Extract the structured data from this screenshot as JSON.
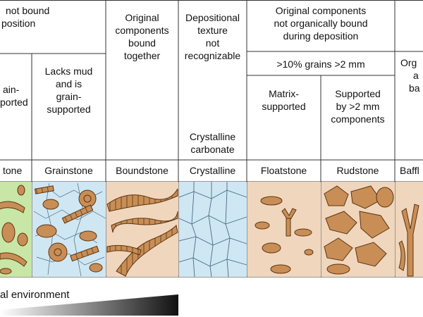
{
  "headers": {
    "not_bound_line1": "not bound",
    "not_bound_line2": "position",
    "original_bound": [
      "Original",
      "components",
      "bound",
      "together"
    ],
    "depositional": [
      "Depositional",
      "texture",
      "not",
      "recognizable"
    ],
    "not_organic": [
      "Original components",
      "not organically bound",
      "during deposition"
    ],
    "grain_supported_partial": [
      "ain-",
      "ported"
    ],
    "lacks_mud": [
      "Lacks mud",
      "and is",
      "grain-",
      "supported"
    ],
    "crystalline_carbonate": [
      "Crystalline",
      "carbonate"
    ],
    "gt10": ">10% grains >2 mm",
    "matrix_supported": [
      "Matrix-",
      "supported"
    ],
    "supported_by": [
      "Supported",
      "by >2 mm",
      "components"
    ],
    "org_partial": [
      "Org",
      "a",
      "ba"
    ]
  },
  "rock_names": {
    "packstone_partial": "tone",
    "grainstone": "Grainstone",
    "boundstone": "Boundstone",
    "crystalline": "Crystalline",
    "floatstone": "Floatstone",
    "rudstone": "Rudstone",
    "baffle_partial": "Baffl"
  },
  "footer": {
    "environment_label": "al environment"
  },
  "colors": {
    "green": "#c8e6a6",
    "blue": "#cfe7f3",
    "tan": "#f0d6bd",
    "grain": "#c88e56",
    "line": "#333333"
  }
}
